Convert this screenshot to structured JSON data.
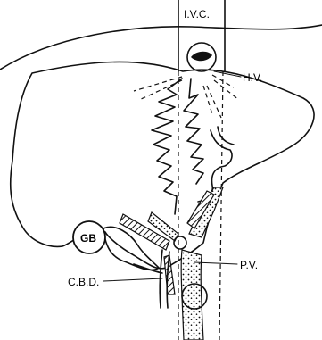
{
  "labels": {
    "ivc": "I.V.C.",
    "hv": "H.V.",
    "gb": "GB",
    "pv": "P.V.",
    "cbd": "C.B.D."
  },
  "colors": {
    "ink": "#111111",
    "background": "#ffffff"
  }
}
